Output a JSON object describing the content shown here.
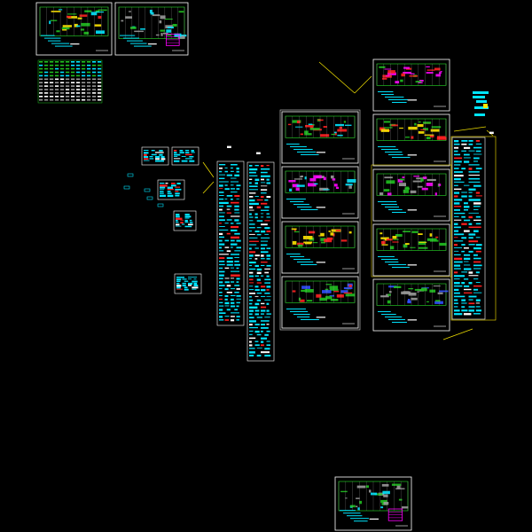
{
  "canvas": {
    "name": "cad-model-space-overview",
    "background": "#000000"
  },
  "colors": {
    "frame": "#ffffff",
    "cyan": "#00e5ff",
    "green": "#20c020",
    "red": "#ff2020",
    "yellow": "#ffe600",
    "magenta": "#ff00ff",
    "blue": "#3050ff",
    "gray": "#9a9a9a",
    "leader": "#e8d800"
  },
  "annotations": [
    {
      "id": "tag-center-a",
      "text": "■■"
    },
    {
      "id": "tag-center-b",
      "text": "■■"
    },
    {
      "id": "tag-right",
      "text": "■■"
    }
  ]
}
